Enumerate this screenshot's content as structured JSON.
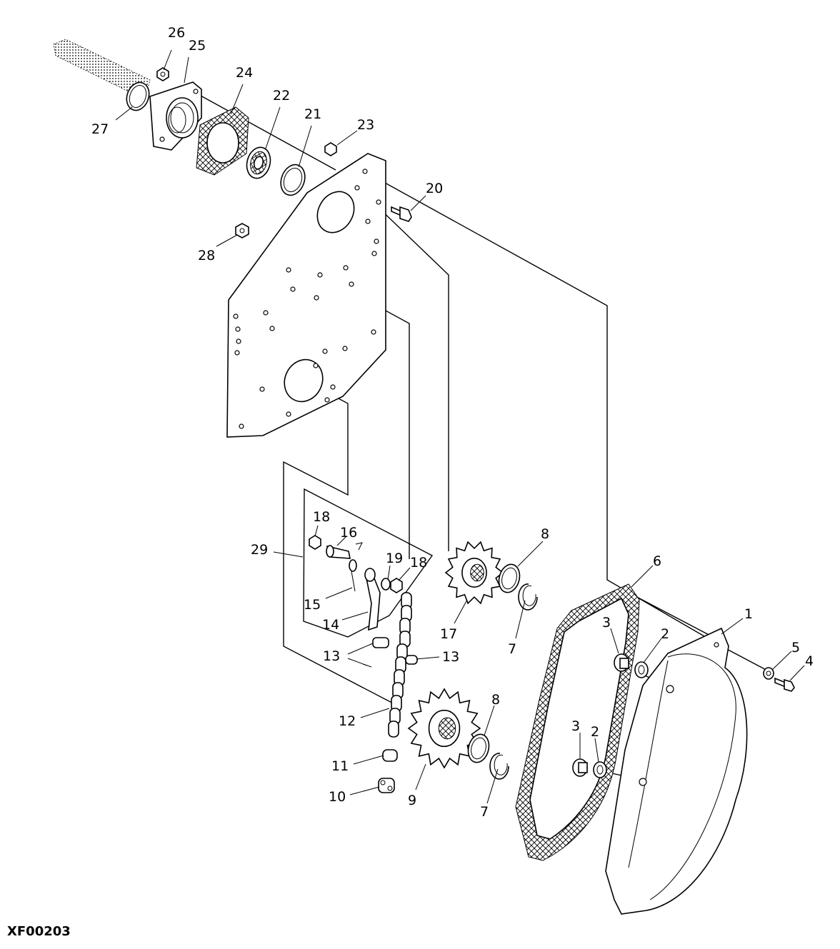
{
  "figure_code": "XF00203",
  "callouts": [
    {
      "id": "c26",
      "label": "26"
    },
    {
      "id": "c25",
      "label": "25"
    },
    {
      "id": "c24",
      "label": "24"
    },
    {
      "id": "c22",
      "label": "22"
    },
    {
      "id": "c21",
      "label": "21"
    },
    {
      "id": "c27",
      "label": "27"
    },
    {
      "id": "c23",
      "label": "23"
    },
    {
      "id": "c20",
      "label": "20"
    },
    {
      "id": "c28",
      "label": "28"
    },
    {
      "id": "c18a",
      "label": "18"
    },
    {
      "id": "c16",
      "label": "16"
    },
    {
      "id": "c29",
      "label": "29"
    },
    {
      "id": "c19",
      "label": "19"
    },
    {
      "id": "c18b",
      "label": "18"
    },
    {
      "id": "c15",
      "label": "15"
    },
    {
      "id": "c14",
      "label": "14"
    },
    {
      "id": "c8a",
      "label": "8"
    },
    {
      "id": "c17",
      "label": "17"
    },
    {
      "id": "c7a",
      "label": "7"
    },
    {
      "id": "c6",
      "label": "6"
    },
    {
      "id": "c1",
      "label": "1"
    },
    {
      "id": "c3a",
      "label": "3"
    },
    {
      "id": "c2a",
      "label": "2"
    },
    {
      "id": "c5",
      "label": "5"
    },
    {
      "id": "c4",
      "label": "4"
    },
    {
      "id": "c13a",
      "label": "13"
    },
    {
      "id": "c13b",
      "label": "13"
    },
    {
      "id": "c12",
      "label": "12"
    },
    {
      "id": "c8b",
      "label": "8"
    },
    {
      "id": "c3b",
      "label": "3"
    },
    {
      "id": "c2b",
      "label": "2"
    },
    {
      "id": "c11",
      "label": "11"
    },
    {
      "id": "c10",
      "label": "10"
    },
    {
      "id": "c9",
      "label": "9"
    },
    {
      "id": "c7b",
      "label": "7"
    }
  ]
}
